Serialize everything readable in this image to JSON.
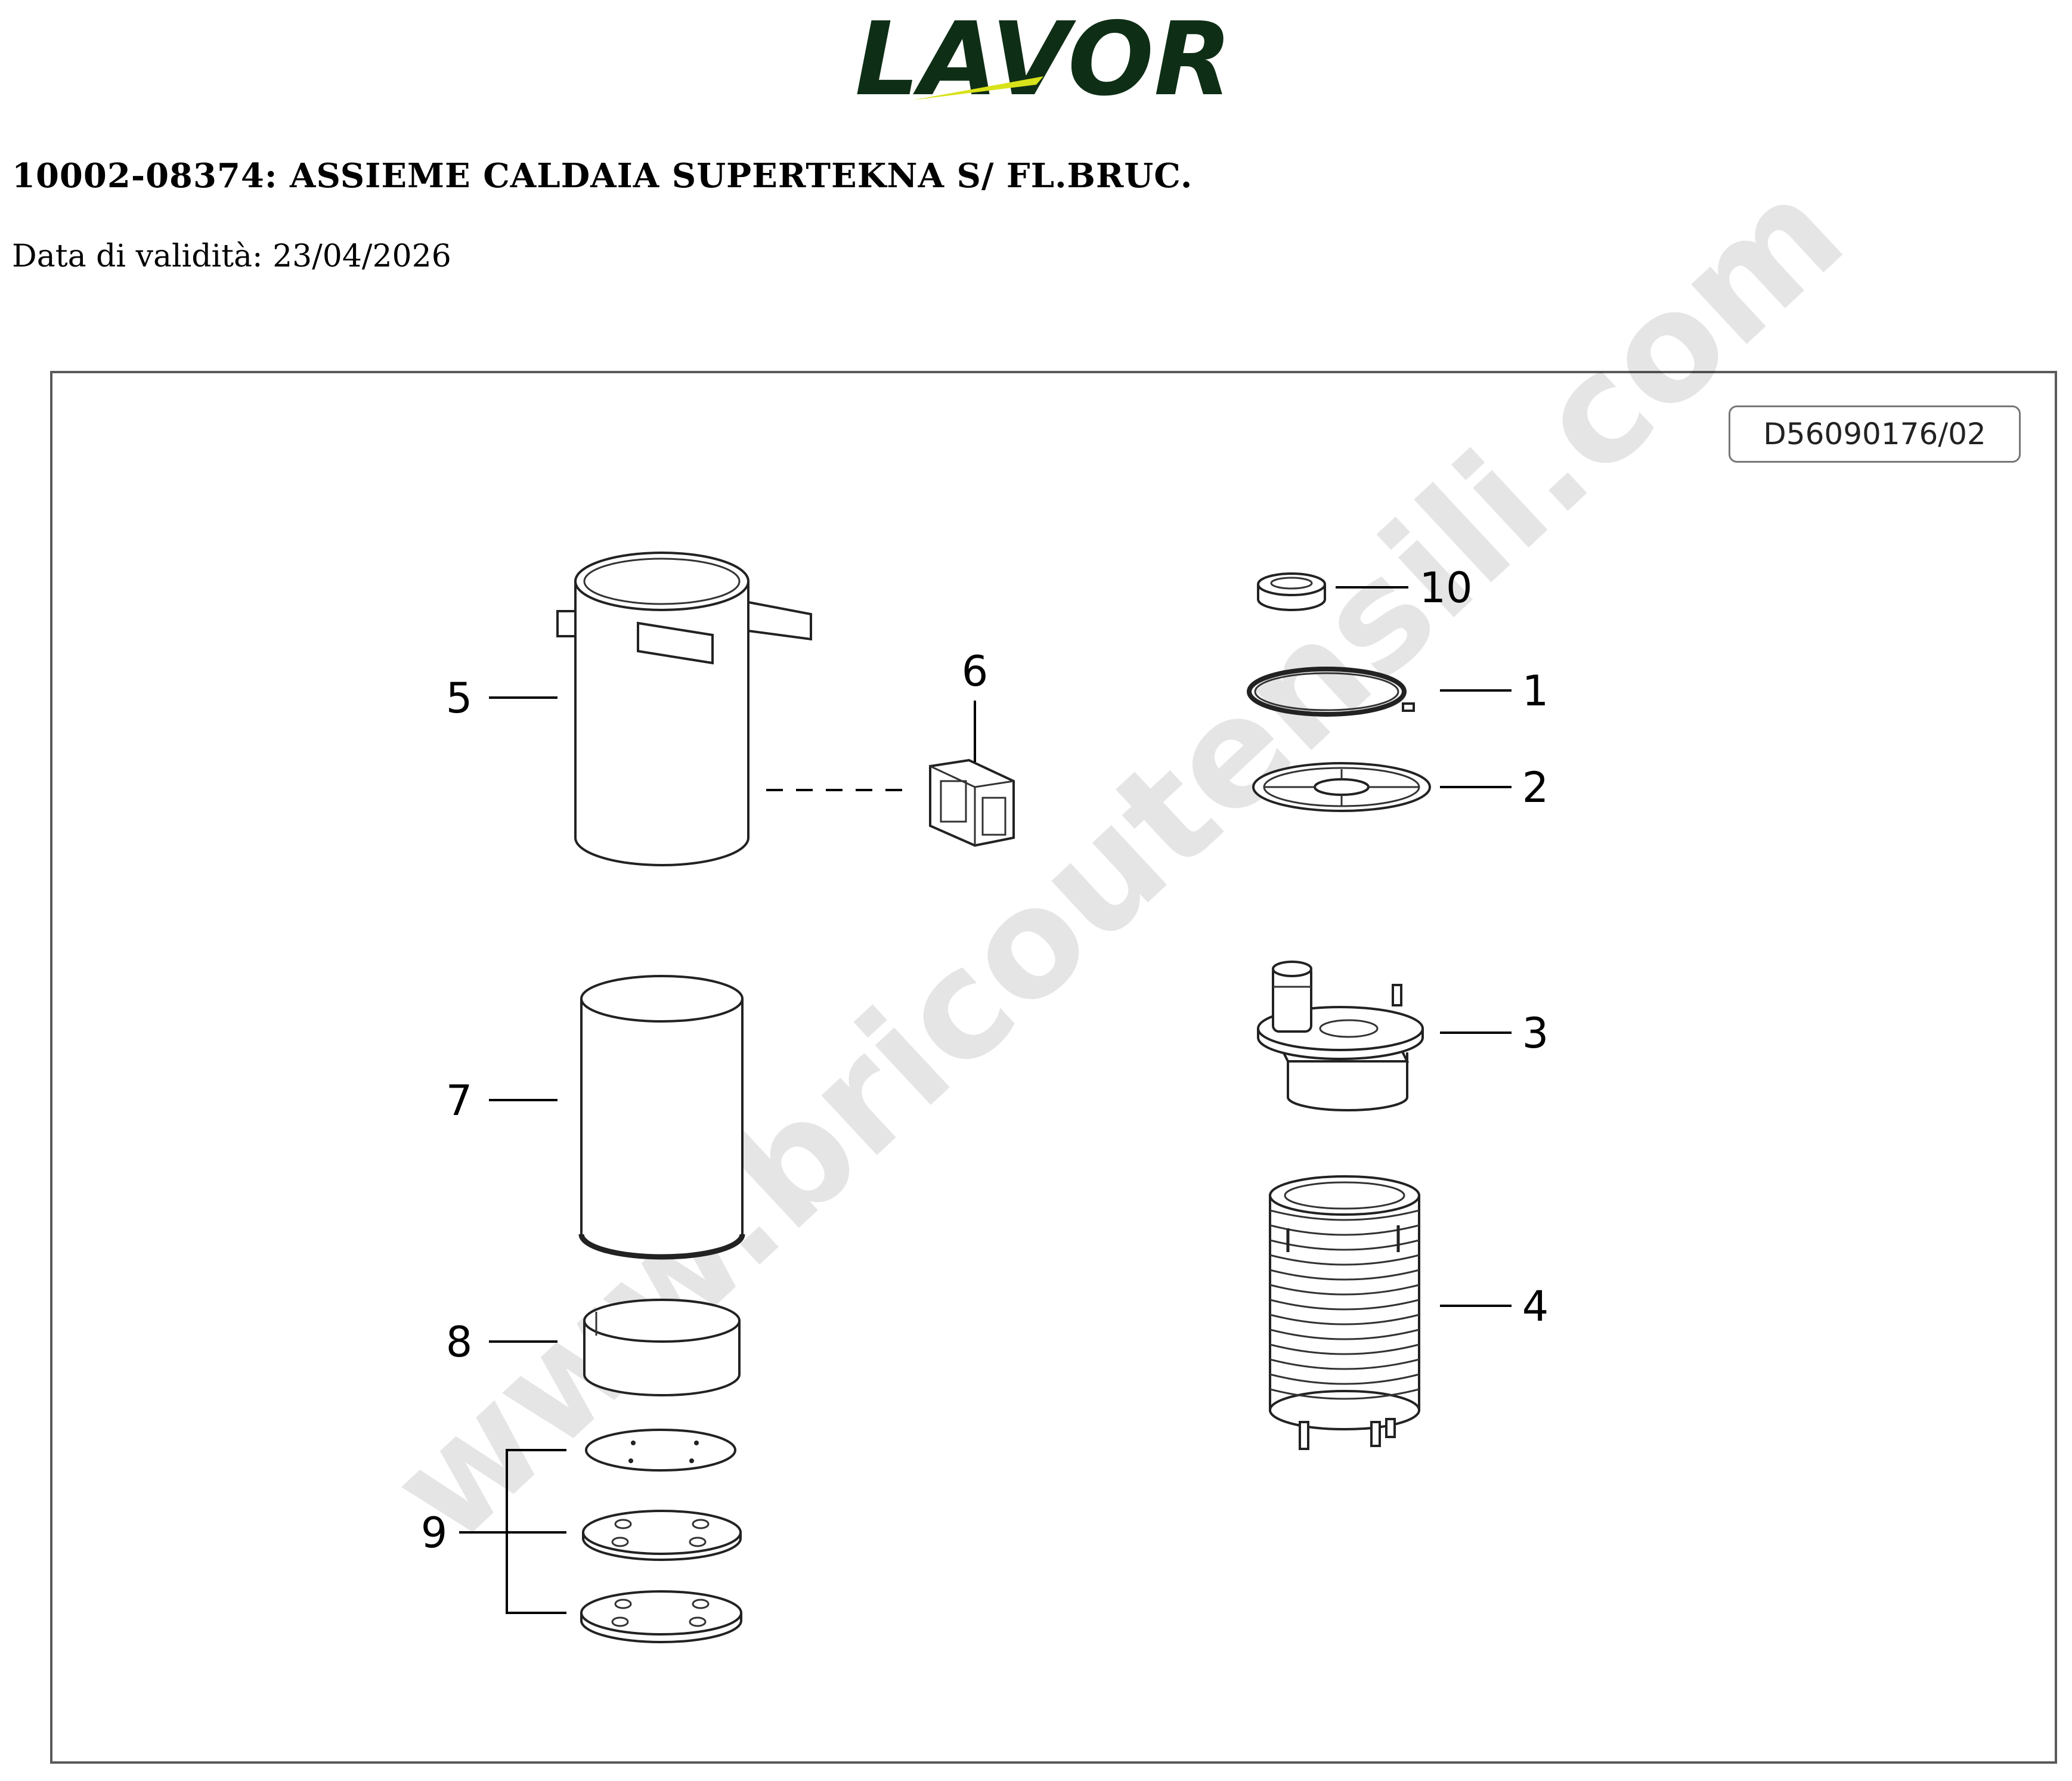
{
  "brand": {
    "name": "LAVOR",
    "text_color": "#0f2e16",
    "accent_color": "#d8e21a"
  },
  "document": {
    "title": "10002-08374: ASSIEME CALDAIA SUPERTEKNA S/ FL.BRUC.",
    "validity": "Data di validità: 23/04/2026"
  },
  "drawing": {
    "code": "D56090176/02",
    "watermark": "www.bricoutensili.com",
    "callouts": {
      "p1": "1",
      "p2": "2",
      "p3": "3",
      "p4": "4",
      "p5": "5",
      "p6": "6",
      "p7": "7",
      "p8": "8",
      "p9": "9",
      "p10": "10"
    },
    "parts": [
      "sealing-ring",
      "flame-disc",
      "burner-flange",
      "heating-coil",
      "outer-casing",
      "bracket",
      "inner-cylinder",
      "ring-band",
      "base-plates",
      "cap"
    ]
  }
}
